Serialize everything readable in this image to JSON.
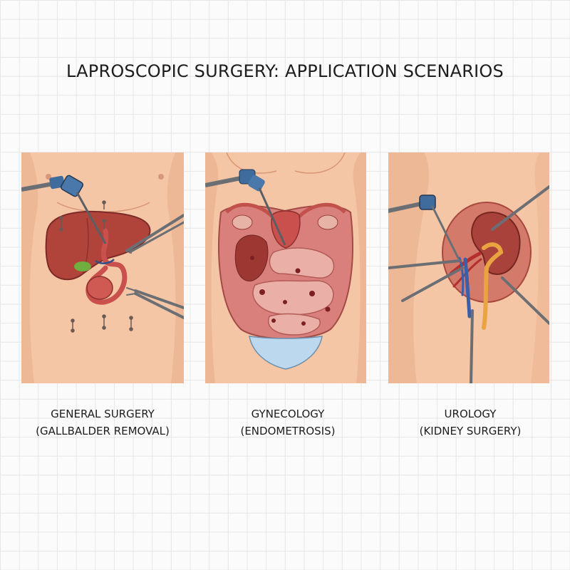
{
  "title": "LAPROSCOPIC SURGERY: APPLICATION SCENARIOS",
  "colors": {
    "skin": "#f5c9a9",
    "skin_shade": "#e9ae8c",
    "organ_red": "#b5463e",
    "organ_dark": "#8e2f2c",
    "instrument_blue": "#3f6c9c",
    "instrument_gray": "#6b6f74",
    "kidney_yellow": "#e9a441",
    "underwear_blue": "#bcd8ef"
  },
  "panels": [
    {
      "id": "general",
      "caption_line1": "GENERAL SURGERY",
      "caption_line2": "(GALLBALDER REMOVAL)",
      "organs": [
        "liver",
        "gallbladder",
        "stomach"
      ],
      "instruments": [
        "laparoscope",
        "grasper",
        "grasper",
        "forceps"
      ]
    },
    {
      "id": "gynecology",
      "caption_line1": "GYNECOLOGY",
      "caption_line2": "(ENDOMETROSIS)",
      "organs": [
        "uterus",
        "ovaries",
        "intestines"
      ],
      "instruments": [
        "laparoscope"
      ]
    },
    {
      "id": "urology",
      "caption_line1": "UROLOGY",
      "caption_line2": "(KIDNEY SURGERY)",
      "organs": [
        "kidney",
        "renal-vessels",
        "ureter"
      ],
      "instruments": [
        "laparoscope",
        "grasper",
        "grasper",
        "grasper",
        "grasper",
        "grasper"
      ]
    }
  ]
}
